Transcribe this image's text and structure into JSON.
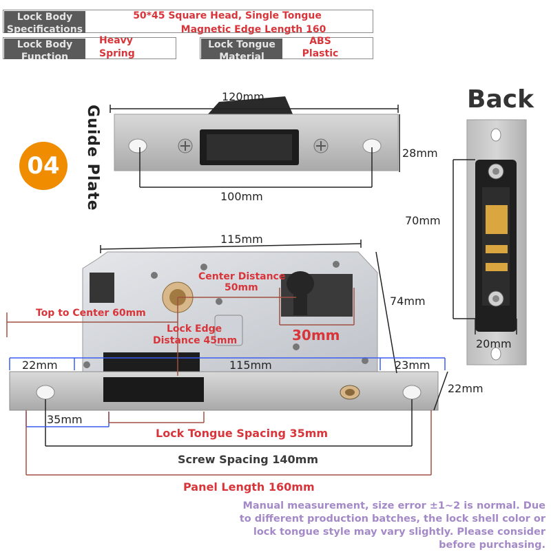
{
  "specs": {
    "body_spec_label": "Lock Body Specifications",
    "body_spec_line1": "50*45 Square Head, Single Tongue",
    "body_spec_line2": "Magnetic Edge Length 160",
    "function_label": "Lock Body Function",
    "function_value_line1": "Heavy",
    "function_value_line2": "Spring",
    "tongue_material_label": "Lock Tongue Material",
    "tongue_material_line1": "ABS",
    "tongue_material_line2": "Plastic"
  },
  "badge": {
    "number": "04"
  },
  "guide_plate": {
    "title": "Guide Plate",
    "width": "120mm",
    "height": "28mm",
    "hole_spacing": "100mm"
  },
  "back": {
    "title": "Back",
    "height": "70mm",
    "width": "20mm"
  },
  "lock_body": {
    "width_top": "115mm",
    "height": "74mm",
    "center_distance_line1": "Center Distance",
    "center_distance_line2": "50mm",
    "top_to_center": "Top to Center 60mm",
    "lock_edge_line1": "Lock Edge",
    "lock_edge_line2": "Distance 45mm",
    "cylinder": "30mm",
    "left_segment": "22mm",
    "middle_segment": "115mm",
    "right_segment": "23mm",
    "panel_height": "22mm",
    "tongue_offset": "35mm",
    "tongue_spacing": "Lock Tongue Spacing 35mm",
    "screw_spacing": "Screw Spacing 140mm",
    "panel_length": "Panel Length 160mm"
  },
  "note": "Manual measurement, size error ±1~2 is normal. Due to different production batches, the lock shell color or lock tongue style may vary slightly. Please consider before purchasing.",
  "colors": {
    "accent_red": "#d8353a",
    "badge_orange": "#f08c00",
    "label_gray": "#5a5a5a",
    "note_purple": "#a489c8",
    "blue_dim": "#3a5cf0",
    "brown_dim": "#a05040"
  }
}
